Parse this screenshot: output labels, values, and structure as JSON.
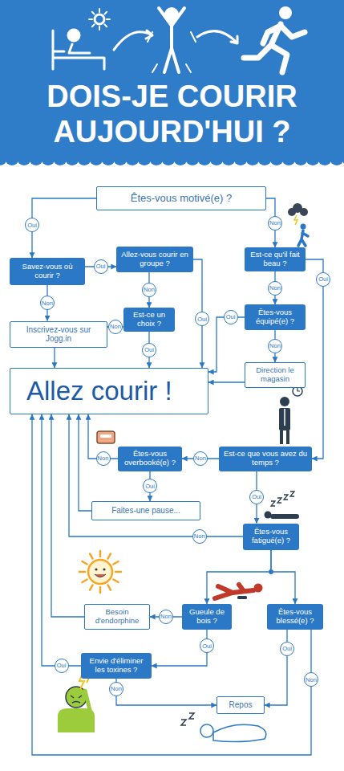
{
  "diagram": {
    "title": "DOIS-JE COURIR AUJOURD'HUI ?",
    "nodes": [
      {
        "text": [
          "Êtes-vous motivé(e) ?"
        ]
      },
      {
        "text": [
          "Savez-vous où courir ?"
        ]
      },
      {
        "text": [
          "Allez-vous courir en groupe ?"
        ]
      },
      {
        "text": [
          "Est-ce un choix ?"
        ]
      },
      {
        "text": [
          "Inscrivez-vous sur Jogg.in"
        ]
      },
      {
        "text": [
          "Allez courir !"
        ]
      },
      {
        "text": [
          "Est-ce qu'il fait beau ?"
        ]
      },
      {
        "text": [
          "Êtes-vous équipé(e) ?"
        ]
      },
      {
        "text": [
          "Direction le magasin"
        ]
      },
      {
        "text": [
          "Est-ce que vous avez du temps ?"
        ]
      },
      {
        "text": [
          "Êtes-vous overbooké(e) ?"
        ]
      },
      {
        "text": [
          "Faites-une pause..."
        ]
      },
      {
        "text": [
          "Êtes-vous fatigué(e) ?"
        ]
      },
      {
        "text": [
          "Gueule de bois ?"
        ]
      },
      {
        "text": [
          "Êtes-vous blessé(e) ?"
        ]
      },
      {
        "text": [
          "Besoin d'endorphine"
        ]
      },
      {
        "text": [
          "Envie d'éliminer les toxines ?"
        ]
      },
      {
        "text": [
          "Repos"
        ]
      }
    ],
    "edges": [
      {
        "from": 0,
        "to": 1,
        "label": "Oui",
        "arrow": "to"
      },
      {
        "from": 0,
        "to": 6,
        "label": "Non",
        "arrow": "to"
      },
      {
        "from": 1,
        "to": 2,
        "label": "Oui",
        "arrow": "to"
      },
      {
        "from": 1,
        "to": 4,
        "label": "Non",
        "arrow": "to"
      },
      {
        "from": 2,
        "to": 3,
        "label": "Non",
        "arrow": "to"
      },
      {
        "from": 2,
        "to": 5,
        "label": "Oui",
        "arrow": "to"
      },
      {
        "from": 3,
        "to": 4,
        "label": "Non",
        "arrow": "to"
      },
      {
        "from": 3,
        "to": 5,
        "label": "Oui",
        "arrow": "to"
      },
      {
        "from": 4,
        "to": 5,
        "arrow": "to"
      },
      {
        "from": 6,
        "to": 7,
        "label": "Non",
        "arrow": "to"
      },
      {
        "from": 6,
        "to": 9,
        "label": "Oui",
        "arrow": "to"
      },
      {
        "from": 7,
        "to": 5,
        "label": "Oui",
        "arrow": "to"
      },
      {
        "from": 7,
        "to": 8,
        "label": "Non",
        "arrow": "to"
      },
      {
        "from": 8,
        "to": 5,
        "arrow": "to"
      },
      {
        "from": 9,
        "to": 10,
        "label": "Non",
        "arrow": "to"
      },
      {
        "from": 9,
        "to": 12,
        "label": "Oui",
        "arrow": "to"
      },
      {
        "from": 10,
        "to": 5,
        "label": "Non",
        "arrow": "to"
      },
      {
        "from": 10,
        "to": 11,
        "label": "Oui",
        "arrow": "to"
      },
      {
        "from": 11,
        "to": 5,
        "arrow": "to"
      },
      {
        "from": 12,
        "to": 5,
        "label": "Non",
        "arrow": "to"
      },
      {
        "from": 12,
        "to": 13,
        "arrow": "to"
      },
      {
        "from": 12,
        "to": 14,
        "arrow": "to"
      },
      {
        "from": 13,
        "to": 15,
        "label": "Non",
        "arrow": "to"
      },
      {
        "from": 13,
        "to": 16,
        "label": "Oui",
        "arrow": "to"
      },
      {
        "from": 14,
        "to": 17,
        "label": "Oui",
        "arrow": "to"
      },
      {
        "from": 14,
        "to": 5,
        "label": "Non",
        "arrow": "to"
      },
      {
        "from": 15,
        "to": 5,
        "arrow": "to"
      },
      {
        "from": 16,
        "to": 5,
        "label": "Oui",
        "arrow": "to"
      },
      {
        "from": 16,
        "to": 17,
        "label": "Non",
        "arrow": "to"
      }
    ]
  }
}
